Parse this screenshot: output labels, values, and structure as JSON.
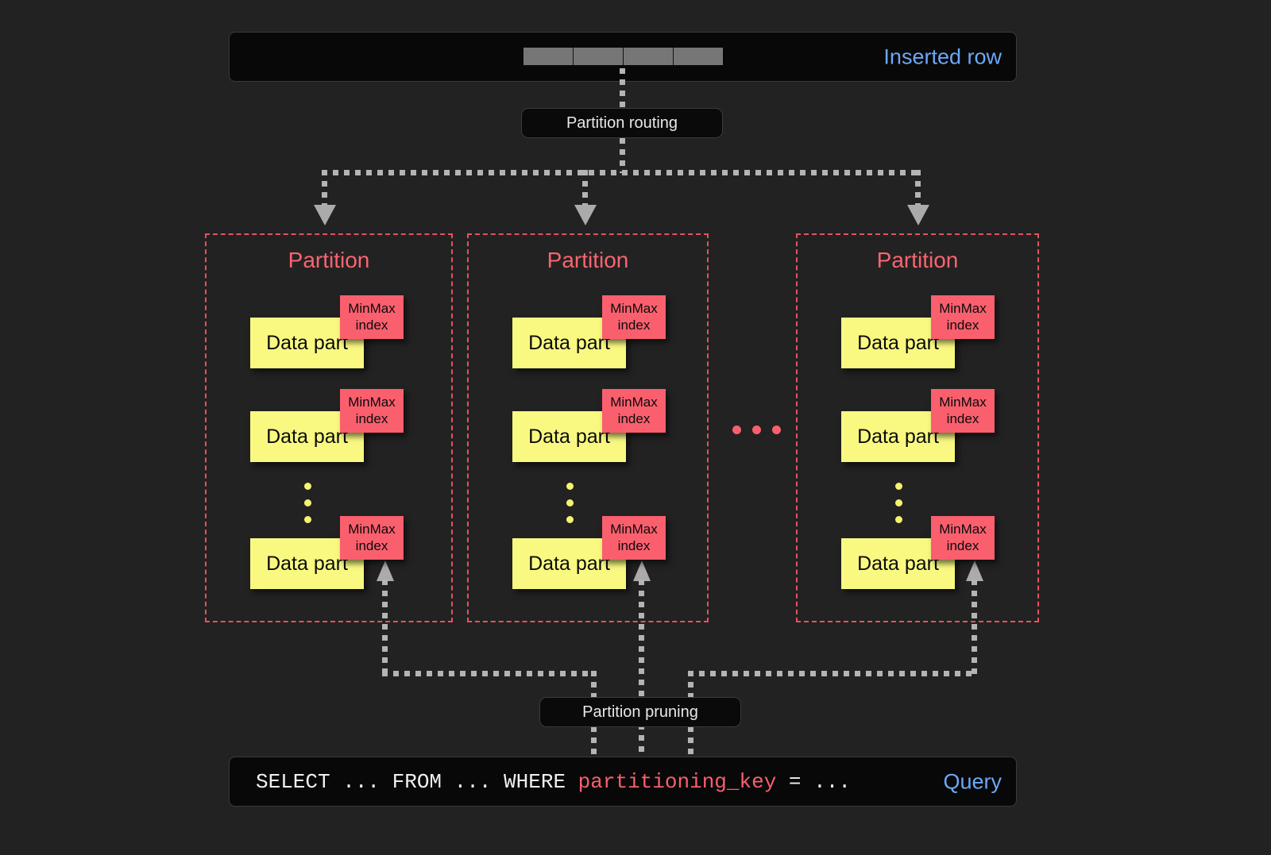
{
  "page": {
    "background": "#222222",
    "accent_blue": "#6ba8f7",
    "accent_red": "#fa5f6e",
    "accent_yellow": "#f9f982",
    "connector_gray": "#b4b4b4"
  },
  "inserted_row": {
    "label": "Inserted row",
    "cell_count": 4,
    "cell_color": "#767676"
  },
  "routing": {
    "label": "Partition routing"
  },
  "pruning": {
    "label": "Partition pruning"
  },
  "partitions": [
    {
      "title": "Partition",
      "parts": [
        {
          "label": "Data part",
          "index_label_line1": "MinMax",
          "index_label_line2": "index"
        },
        {
          "label": "Data part",
          "index_label_line1": "MinMax",
          "index_label_line2": "index"
        },
        {
          "label": "Data part",
          "index_label_line1": "MinMax",
          "index_label_line2": "index"
        }
      ],
      "ellipsis_dots": 3
    },
    {
      "title": "Partition",
      "parts": [
        {
          "label": "Data part",
          "index_label_line1": "MinMax",
          "index_label_line2": "index"
        },
        {
          "label": "Data part",
          "index_label_line1": "MinMax",
          "index_label_line2": "index"
        },
        {
          "label": "Data part",
          "index_label_line1": "MinMax",
          "index_label_line2": "index"
        }
      ],
      "ellipsis_dots": 3
    },
    {
      "title": "Partition",
      "parts": [
        {
          "label": "Data part",
          "index_label_line1": "MinMax",
          "index_label_line2": "index"
        },
        {
          "label": "Data part",
          "index_label_line1": "MinMax",
          "index_label_line2": "index"
        },
        {
          "label": "Data part",
          "index_label_line1": "MinMax",
          "index_label_line2": "index"
        }
      ],
      "ellipsis_dots": 3
    }
  ],
  "partition_gap_dots": 3,
  "query": {
    "prefix": "SELECT ... FROM ... WHERE ",
    "key": "partitioning_key",
    "suffix": " = ...",
    "label": "Query"
  }
}
